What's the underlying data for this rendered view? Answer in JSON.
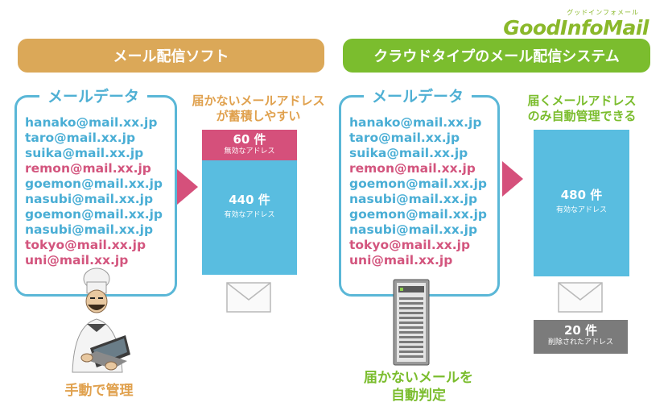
{
  "logo": {
    "tagline": "グッドインフォメール",
    "name": "GoodInfoMail"
  },
  "left": {
    "header": "メール配信ソフト",
    "box_title": "メールデータ",
    "emails": [
      {
        "addr": "hanako@mail.xx.jp",
        "status": "valid"
      },
      {
        "addr": "taro@mail.xx.jp",
        "status": "valid"
      },
      {
        "addr": "suika@mail.xx.jp",
        "status": "valid"
      },
      {
        "addr": "remon@mail.xx.jp",
        "status": "invalid"
      },
      {
        "addr": "goemon@mail.xx.jp",
        "status": "valid"
      },
      {
        "addr": "nasubi@mail.xx.jp",
        "status": "valid"
      },
      {
        "addr": "goemon@mail.xx.jp",
        "status": "valid"
      },
      {
        "addr": "nasubi@mail.xx.jp",
        "status": "valid"
      },
      {
        "addr": "tokyo@mail.xx.jp",
        "status": "invalid"
      },
      {
        "addr": "uni@mail.xx.jp",
        "status": "invalid"
      }
    ],
    "caption_line1": "届かないメールアドレス",
    "caption_line2": "が蓄積しやすい",
    "invalid_count": "60 件",
    "invalid_label": "無効なアドレス",
    "valid_count": "440 件",
    "valid_label": "有効なアドレス",
    "footer_label": "手動で管理"
  },
  "right": {
    "header": "クラウドタイプのメール配信システム",
    "box_title": "メールデータ",
    "emails": [
      {
        "addr": "hanako@mail.xx.jp",
        "status": "valid"
      },
      {
        "addr": "taro@mail.xx.jp",
        "status": "valid"
      },
      {
        "addr": "suika@mail.xx.jp",
        "status": "valid"
      },
      {
        "addr": "remon@mail.xx.jp",
        "status": "invalid"
      },
      {
        "addr": "goemon@mail.xx.jp",
        "status": "valid"
      },
      {
        "addr": "nasubi@mail.xx.jp",
        "status": "valid"
      },
      {
        "addr": "goemon@mail.xx.jp",
        "status": "valid"
      },
      {
        "addr": "nasubi@mail.xx.jp",
        "status": "valid"
      },
      {
        "addr": "tokyo@mail.xx.jp",
        "status": "invalid"
      },
      {
        "addr": "uni@mail.xx.jp",
        "status": "invalid"
      }
    ],
    "caption_line1": "届くメールアドレス",
    "caption_line2": "のみ自動管理できる",
    "valid_count": "480 件",
    "valid_label": "有効なアドレス",
    "deleted_count": "20 件",
    "deleted_label": "削除されたアドレス",
    "footer_line1": "届かないメールを",
    "footer_line2": "自動判定"
  },
  "colors": {
    "left_header": "#dba858",
    "right_header": "#7bbd2e",
    "valid": "#4aaed5",
    "invalid": "#d3557e",
    "bar_blue": "#59bde0",
    "deleted": "#7b7b7b"
  },
  "icons": [
    "chef-icon",
    "server-icon",
    "envelope-icon",
    "arrow-right-icon"
  ]
}
